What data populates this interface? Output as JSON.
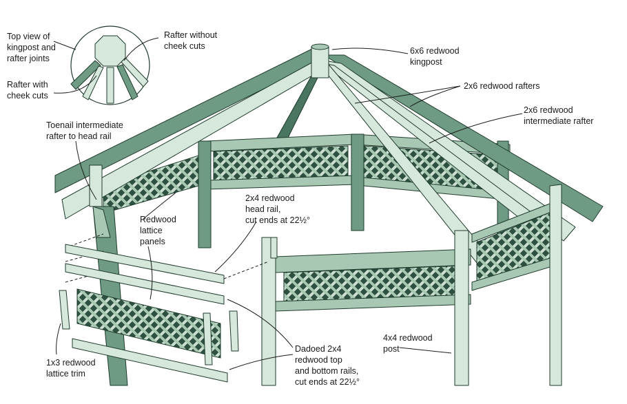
{
  "labels": {
    "top_view": [
      "Top view of",
      "kingpost and",
      "rafter joints"
    ],
    "rafter_without_cheek": [
      "Rafter without",
      "cheek cuts"
    ],
    "rafter_with_cheek": [
      "Rafter with",
      "cheek cuts"
    ],
    "kingpost": [
      "6x6 redwood",
      "kingpost"
    ],
    "rafters": [
      "2x6 redwood rafters"
    ],
    "intermediate_rafter": [
      "2x6 redwood",
      "intermediate rafter"
    ],
    "toenail": [
      "Toenail intermediate",
      "rafter to head rail"
    ],
    "lattice_panels": [
      "Redwood",
      "lattice",
      "panels"
    ],
    "head_rail": [
      "2x4 redwood",
      "head rail,",
      "cut ends at 22½°"
    ],
    "post": [
      "4x4 redwood",
      "post"
    ],
    "dadoed_rails": [
      "Dadoed 2x4",
      "redwood top",
      "and bottom rails,",
      "cut ends at 22½°"
    ],
    "lattice_trim": [
      "1x3 redwood",
      "lattice trim"
    ]
  },
  "colors": {
    "wood_dark": "#4a7560",
    "wood": "#6f9b84",
    "wood_mid": "#a9c8b4",
    "wood_light": "#d6e8dc",
    "outline": "#1e3a2c",
    "text": "#1a1a1a"
  }
}
